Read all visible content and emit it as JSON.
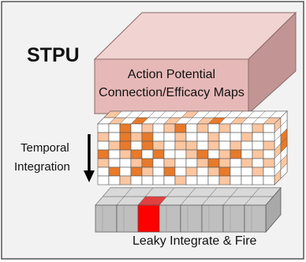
{
  "diagram": {
    "title": "STPU",
    "top_block": {
      "line1": "Action Potential",
      "line2": "Connection/Efficacy Maps"
    },
    "side_label": {
      "line1": "Temporal",
      "line2": "Integration"
    },
    "bottom_label": "Leaky Integrate & Fire"
  },
  "colors": {
    "panel_background": "#f2f2f2",
    "panel_border": "#555555",
    "top_block_front": "#e6b9b8",
    "top_block_top": "#f1d3d2",
    "top_block_side": "#c29594",
    "cell_white": "#ffffff",
    "cell_light_orange": "#fbc6a0",
    "cell_dark_orange": "#e87a2a",
    "cell_gray": "#bfbfbf",
    "cell_red": "#ff0000",
    "arrow": "#000000"
  }
}
